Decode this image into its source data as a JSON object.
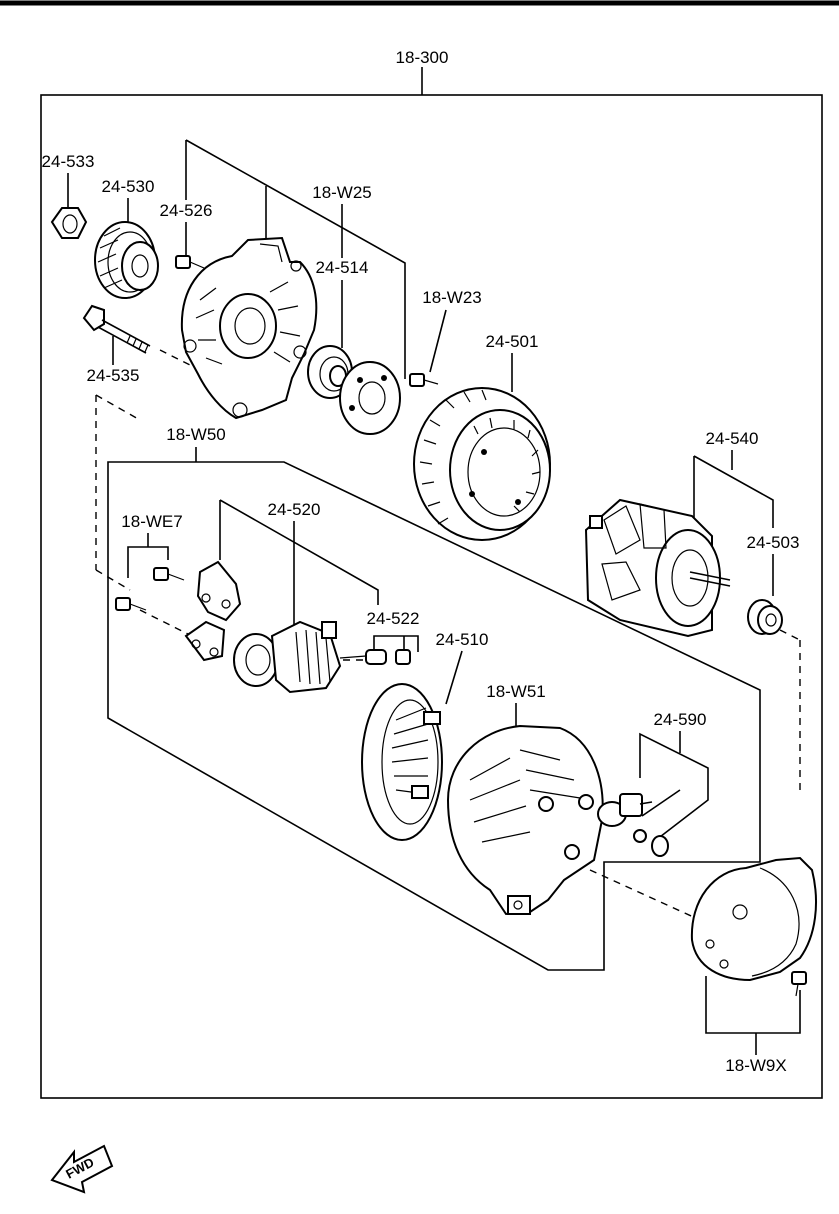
{
  "assembly": {
    "number": "18-300"
  },
  "callouts": {
    "nut": "24-533",
    "pulley": "24-530",
    "front_bracket_screw": "24-526",
    "bearing_retainer": "18-W25",
    "front_bearing": "24-514",
    "retainer_screw": "18-W23",
    "long_bolt": "24-535",
    "stator": "24-501",
    "rear_bracket_kit": "18-W50",
    "rotor": "24-540",
    "rear_bearing": "24-503",
    "regulator_screws": "18-WE7",
    "regulator": "24-520",
    "brush_set": "24-522",
    "rectifier": "24-510",
    "rear_housing": "18-W51",
    "terminal_bolt": "24-590",
    "rear_cover_kit": "18-W9X"
  },
  "direction_marker": {
    "text": "FWD"
  }
}
